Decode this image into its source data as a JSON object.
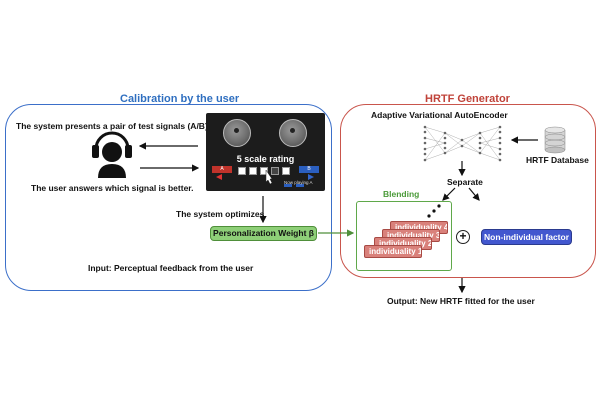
{
  "calibration": {
    "title": "Calibration by the user",
    "present_text": "The system presents a pair of test signals (A/B)",
    "answer_text": "The user answers which signal is better.",
    "optimize_text": "The system optimizes",
    "input_text": "Input: Perceptual feedback from the user",
    "weight_label": "Personalization Weight β"
  },
  "ui_mock": {
    "rating_label": "5 scale rating",
    "button_a": "A",
    "button_b": "B",
    "now_playing": "Now playing A"
  },
  "generator": {
    "title": "HRTF Generator",
    "autoencoder_label": "Adaptive Variational AutoEncoder",
    "database_label": "HRTF Database",
    "separate_label": "Separate",
    "blending_label": "Blending",
    "individuality_labels": [
      "individuality 1",
      "individuality 2",
      "individuality 3",
      "individuality 4"
    ],
    "non_individual_label": "Non-individual factor",
    "plus_symbol": "+",
    "output_text": "Output: New HRTF fitted for the user"
  },
  "colors": {
    "left_border": "#3b6fc9",
    "right_border": "#c9554c",
    "blend_border": "#5fa84a",
    "weight_fill": "#8ecf78",
    "individuality_fill": "#d9817b",
    "non_individual_fill": "#4257cf"
  }
}
